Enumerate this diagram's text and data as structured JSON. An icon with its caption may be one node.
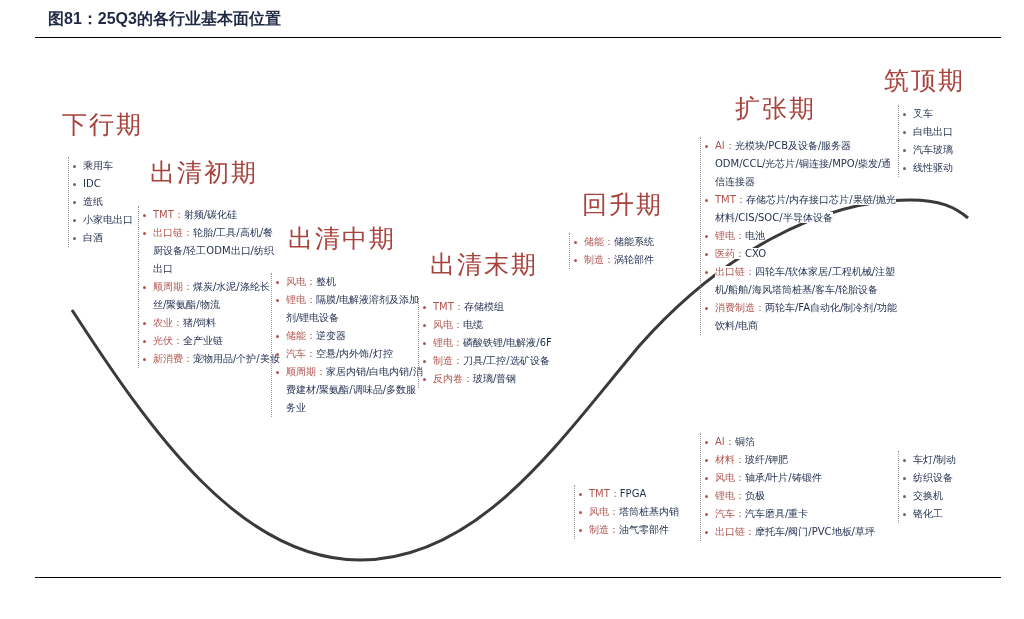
{
  "diagram": {
    "title": "图81：25Q3的各行业基本面位置",
    "labels": [
      "下行期",
      "乘用车",
      "IDC",
      "造纸",
      "小家电出口",
      "白酒",
      "出清初期",
      "TMT：",
      "射频/碳化硅",
      "出口链：",
      "轮胎/工具/高机/餐厨设备/轻工ODM出口/纺织出口",
      "顺周期：",
      "煤炭/水泥/涤纶长丝/聚氨酯/物流",
      "农业：",
      "猪/饲料",
      "光伏：",
      "全产业链",
      "新消费：",
      "宠物用品/个护/美妆",
      "出清中期",
      "风电：",
      "整机",
      "锂电：",
      "隔膜/电解液溶剂及添加剂/锂电设备",
      "储能：",
      "逆变器",
      "汽车：",
      "空悬/内外饰/灯控",
      "顺周期：",
      "家居内销/白电内销/消费建材/聚氨酯/调味品/多数服务业",
      "出清末期",
      "TMT：",
      "存储模组",
      "风电：",
      "电缆",
      "锂电：",
      "磷酸铁锂/电解液/6F",
      "制造：",
      "刀具/工控/选矿设备",
      "反内卷：",
      "玻璃/普钢",
      "回升期",
      "储能：",
      "储能系统",
      "制造：",
      "涡轮部件",
      "扩张期",
      "AI：",
      "光模块/PCB及设备/服务器ODM/CCL/光芯片/铜连接/MPO/柴发/通信连接器",
      "TMT：",
      "存储芯片/内存接口芯片/果链/抛光材料/CIS/SOC/半导体设备",
      "锂电：",
      "电池",
      "医药：",
      "CXO",
      "出口链：",
      "四轮车/软体家居/工程机械/注塑机/船舶/海风塔筒桩基/客车/轮胎设备",
      "消费制造：",
      "两轮车/FA自动化/制冷剂/功能饮料/电商",
      "筑顶期",
      "叉车",
      "白电出口",
      "汽车玻璃",
      "线性驱动",
      "TMT：",
      "FPGA",
      "风电：",
      "塔筒桩基内销",
      "制造：",
      "油气零部件",
      "AI：",
      "铜箔",
      "材料：",
      "玻纤/钾肥",
      "风电：",
      "轴承/叶片/铸锻件",
      "锂电：",
      "负极",
      "汽车：",
      "汽车磨具/重卡",
      "出口链：",
      "摩托车/阀门/PVC地板/草坪",
      "车灯/制动",
      "纺织设备",
      "交换机",
      "铬化工"
    ]
  }
}
